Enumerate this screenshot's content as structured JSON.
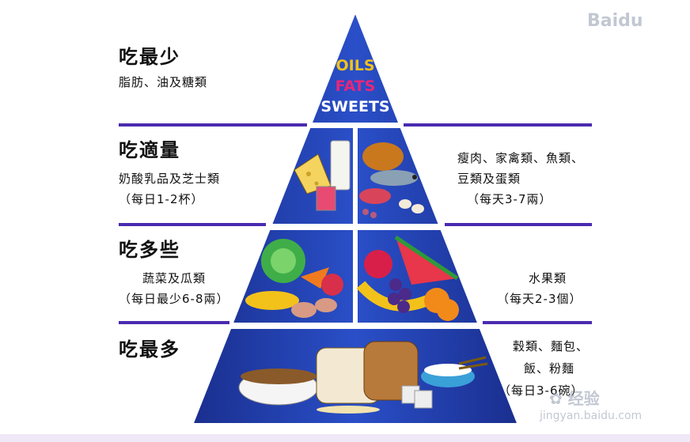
{
  "levels": {
    "top": {
      "title": "吃最少",
      "desc": "脂肪、油及糖類"
    },
    "second": {
      "title": "吃適量",
      "left_line1": "奶酸乳品及芝士類",
      "left_line2": "（每日1-2杯）",
      "right_line1": "瘦肉、家禽類、魚類、",
      "right_line2": "豆類及蛋類",
      "right_line3": "（每天3-7兩）"
    },
    "third": {
      "title": "吃多些",
      "left_line1": "蔬菜及瓜類",
      "left_line2": "（每日最少6-8兩）",
      "right_line1": "水果類",
      "right_line2": "（每天2-3個）"
    },
    "bottom": {
      "title": "吃最多",
      "right_line1": "穀類、麵包、",
      "right_line2": "飯、粉麵",
      "right_line3": "（每日3-6碗）"
    }
  },
  "apex_words": [
    "OILS",
    "FATS",
    "SWEETS"
  ],
  "colors": {
    "pyramid_blue": "#1f3fb0",
    "divider_purple": "#4a2bb0",
    "oils": "#f2c21a",
    "fats": "#e8267a",
    "sweets": "#ffffff"
  },
  "watermark": {
    "brand": "Baidu",
    "cn": "经验",
    "url": "jingyan.baidu.com"
  }
}
